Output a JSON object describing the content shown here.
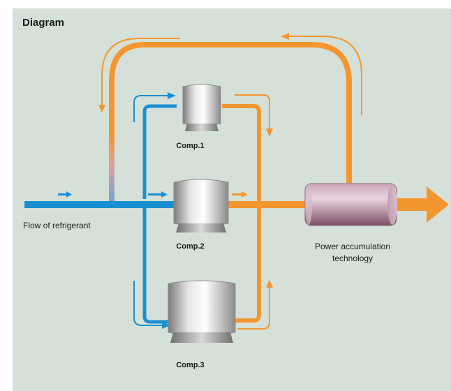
{
  "title": "Diagram",
  "flow_label": "Flow of refrigerant",
  "compressors": [
    {
      "label": "Comp.1"
    },
    {
      "label": "Comp.2"
    },
    {
      "label": "Comp.3"
    }
  ],
  "technology": {
    "line1": "Power accumulation",
    "line2": "technology"
  },
  "colors": {
    "background": "#d5e1d8",
    "refrigerant_blue": "#1a8fd0",
    "discharge_orange": "#f4962f",
    "accumulator": "#a87590"
  }
}
